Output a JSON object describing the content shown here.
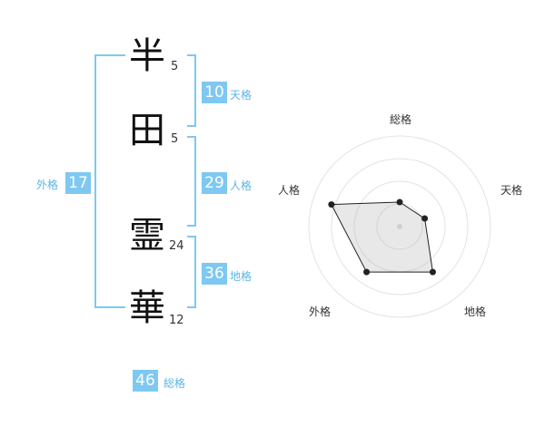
{
  "name_chars": [
    {
      "char": "半",
      "strokes": "5"
    },
    {
      "char": "田",
      "strokes": "5"
    },
    {
      "char": "霊",
      "strokes": "24"
    },
    {
      "char": "華",
      "strokes": "12"
    }
  ],
  "kakusuu": {
    "tenkaku": {
      "value": "10",
      "label": "天格"
    },
    "jinkaku": {
      "value": "29",
      "label": "人格"
    },
    "chikaku": {
      "value": "36",
      "label": "地格"
    },
    "gaikaku": {
      "value": "17",
      "label": "外格"
    },
    "soukaku": {
      "value": "46",
      "label": "総格"
    }
  },
  "colors": {
    "accent": "#7ec8f2",
    "label": "#5bb4e8"
  },
  "chart_data": {
    "type": "radar",
    "axes": [
      "総格",
      "天格",
      "地格",
      "外格",
      "人格"
    ],
    "values": [
      0.27,
      0.29,
      0.62,
      0.62,
      0.79
    ],
    "rmax": 1,
    "rings": 4,
    "grid": true
  }
}
